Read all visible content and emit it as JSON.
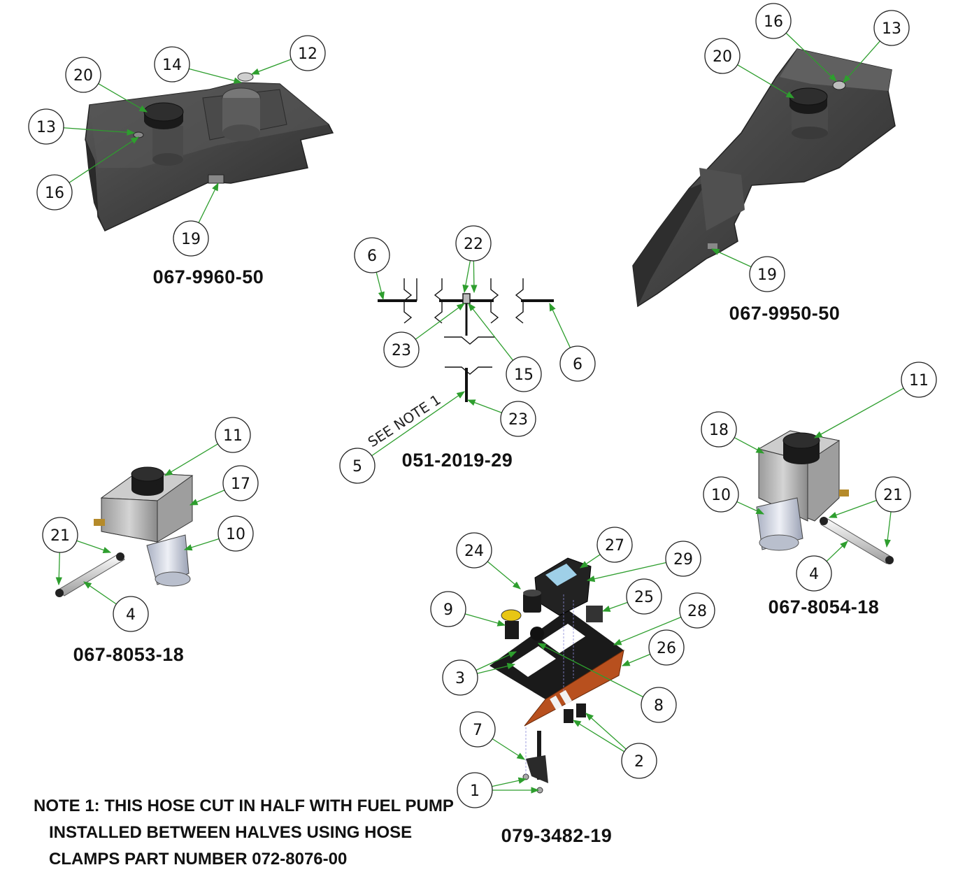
{
  "colors": {
    "leader": "#2e9e2e",
    "tank_dark": "#3a3a3a",
    "tank_mid": "#555555",
    "reservoir_gray": "#b8b8b8",
    "filter_blue": "#c9cfdd",
    "plate_orange": "#b8501e",
    "bracket_black": "#1a1a1a"
  },
  "assemblies": {
    "tank_left": "067-9960-50",
    "tank_right": "067-9950-50",
    "hose": "051-2019-29",
    "reservoir_left": "067-8053-18",
    "reservoir_right": "067-8054-18",
    "panel": "079-3482-19"
  },
  "see_note": "SEE NOTE 1",
  "note": {
    "line1": "NOTE 1: THIS HOSE CUT IN HALF WITH FUEL PUMP",
    "line2": "INSTALLED BETWEEN HALVES USING HOSE",
    "line3": "CLAMPS PART NUMBER 072-8076-00"
  },
  "callouts": [
    {
      "id": "tl-20",
      "num": "20"
    },
    {
      "id": "tl-14",
      "num": "14"
    },
    {
      "id": "tl-12",
      "num": "12"
    },
    {
      "id": "tl-13",
      "num": "13"
    },
    {
      "id": "tl-16",
      "num": "16"
    },
    {
      "id": "tl-19",
      "num": "19"
    },
    {
      "id": "tr-16",
      "num": "16"
    },
    {
      "id": "tr-13",
      "num": "13"
    },
    {
      "id": "tr-20",
      "num": "20"
    },
    {
      "id": "tr-19",
      "num": "19"
    },
    {
      "id": "h-6a",
      "num": "6"
    },
    {
      "id": "h-22",
      "num": "22"
    },
    {
      "id": "h-23a",
      "num": "23"
    },
    {
      "id": "h-15",
      "num": "15"
    },
    {
      "id": "h-6b",
      "num": "6"
    },
    {
      "id": "h-23b",
      "num": "23"
    },
    {
      "id": "h-5",
      "num": "5"
    },
    {
      "id": "rl-11",
      "num": "11"
    },
    {
      "id": "rl-17",
      "num": "17"
    },
    {
      "id": "rl-10",
      "num": "10"
    },
    {
      "id": "rl-21",
      "num": "21"
    },
    {
      "id": "rl-4",
      "num": "4"
    },
    {
      "id": "rr-11",
      "num": "11"
    },
    {
      "id": "rr-18",
      "num": "18"
    },
    {
      "id": "rr-10",
      "num": "10"
    },
    {
      "id": "rr-21",
      "num": "21"
    },
    {
      "id": "rr-4",
      "num": "4"
    },
    {
      "id": "p-24",
      "num": "24"
    },
    {
      "id": "p-27",
      "num": "27"
    },
    {
      "id": "p-29",
      "num": "29"
    },
    {
      "id": "p-25",
      "num": "25"
    },
    {
      "id": "p-9",
      "num": "9"
    },
    {
      "id": "p-28",
      "num": "28"
    },
    {
      "id": "p-26",
      "num": "26"
    },
    {
      "id": "p-3",
      "num": "3"
    },
    {
      "id": "p-8",
      "num": "8"
    },
    {
      "id": "p-7",
      "num": "7"
    },
    {
      "id": "p-2",
      "num": "2"
    },
    {
      "id": "p-1",
      "num": "1"
    }
  ]
}
